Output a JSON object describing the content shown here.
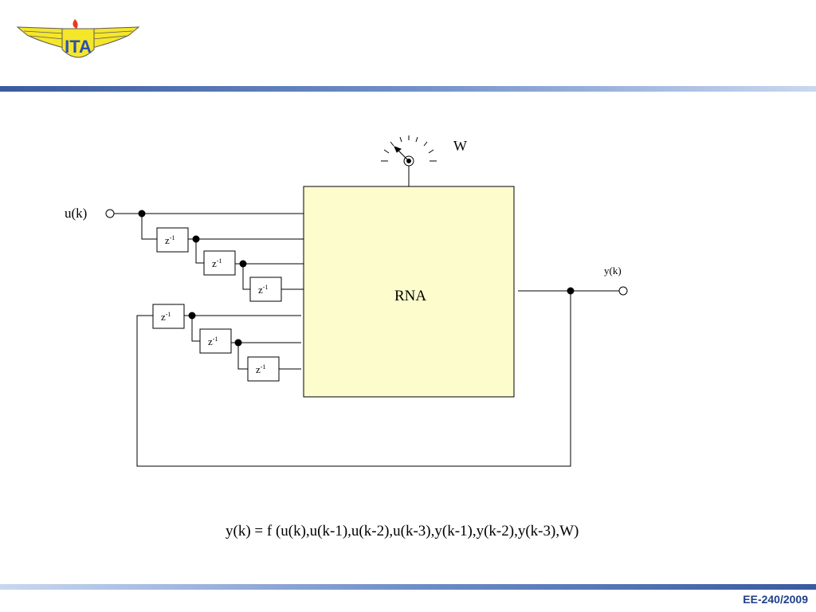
{
  "logo": {
    "text": "ITA"
  },
  "diagram": {
    "input_label": "u(k)",
    "output_label": "y(k)",
    "weights_label": "W",
    "network_label": "RNA",
    "delay_base": "z",
    "delay_exp": "-1"
  },
  "formula": "y(k) = f (u(k),u(k-1),u(k-2),u(k-3),y(k-1),y(k-2),y(k-3),W)",
  "footer": {
    "course": "EE-240/2009"
  },
  "colors": {
    "network_fill": "#fdfccc",
    "bar_dark": "#3a5aa0",
    "footer_text": "#1f3f8a"
  }
}
